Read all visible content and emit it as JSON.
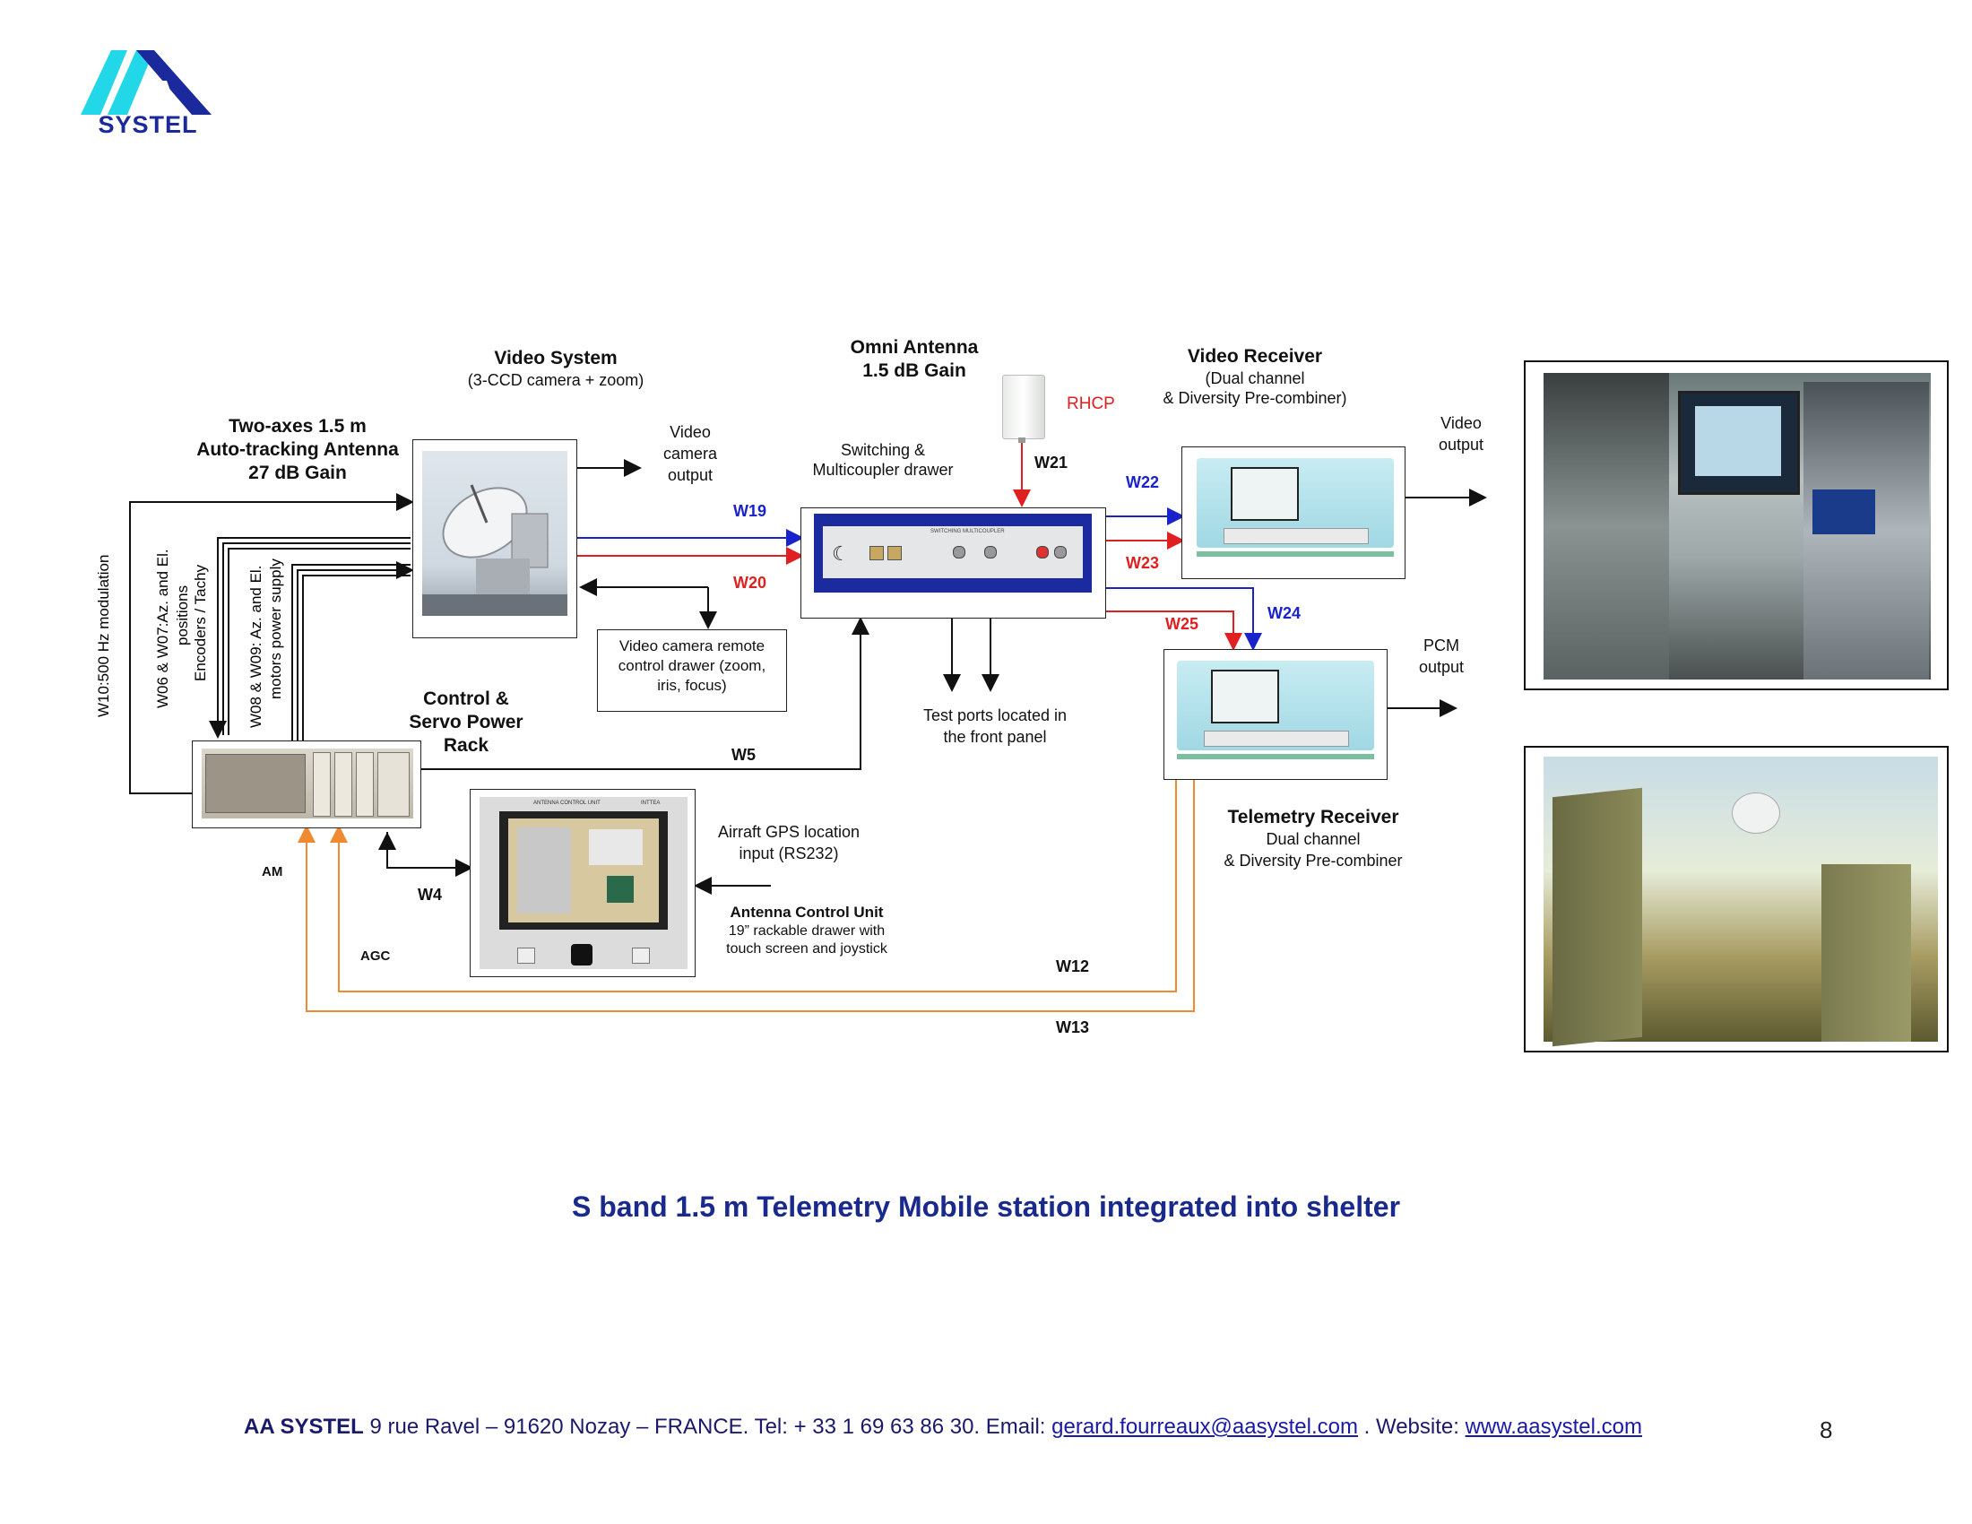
{
  "logo": {
    "text": "SYSTEL",
    "icon": "aa-systel-logo"
  },
  "labels": {
    "video_system_title": "Video System",
    "video_system_sub": "(3-CCD camera + zoom)",
    "antenna_title_1": "Two-axes 1.5 m",
    "antenna_title_2": "Auto-tracking Antenna",
    "antenna_title_3": "27 dB Gain",
    "omni_title_1": "Omni Antenna",
    "omni_title_2": "1.5 dB Gain",
    "rhcp": "RHCP",
    "video_receiver_title": "Video Receiver",
    "video_receiver_sub_1": "(Dual channel",
    "video_receiver_sub_2": "& Diversity Pre-combiner)",
    "video_output_1": "Video",
    "video_output_2": "output",
    "video_camera_output_1": "Video",
    "video_camera_output_2": "camera",
    "video_camera_output_3": "output",
    "switching_1": "Switching &",
    "switching_2": "Multicoupler drawer",
    "camera_remote_1": "Video camera remote",
    "camera_remote_2": "control drawer (zoom,",
    "camera_remote_3": "iris, focus)",
    "test_ports_1": "Test ports located in",
    "test_ports_2": "the front panel",
    "pcm_output_1": "PCM",
    "pcm_output_2": "output",
    "control_rack_1": "Control &",
    "control_rack_2": "Servo Power",
    "control_rack_3": "Rack",
    "telemetry_title": "Telemetry Receiver",
    "telemetry_sub_1": "Dual channel",
    "telemetry_sub_2": "& Diversity Pre-combiner",
    "gps_1": "Airraft GPS location",
    "gps_2": "input (RS232)",
    "acu_title": "Antenna Control Unit",
    "acu_sub_1": "19” rackable drawer with",
    "acu_sub_2": "touch screen and joystick",
    "w10": "W10:500 Hz modulation",
    "w06_1": "W06 & W07:Az. and El.",
    "w06_2": "positions",
    "w06_3": "Encoders / Tachy",
    "w08_1": "W08 & W09: Az. and El.",
    "w08_2": "motors power supply",
    "am": "AM",
    "agc": "AGC",
    "acu_screen_header_1": "ANTENNA CONTROL UNIT",
    "acu_screen_header_2": "INTTEA",
    "switch_panel_header": "SWITCHING MULTICOUPLER"
  },
  "wires": {
    "w19": "W19",
    "w20": "W20",
    "w21": "W21",
    "w22": "W22",
    "w23": "W23",
    "w24": "W24",
    "w25": "W25",
    "w5": "W5",
    "w4": "W4",
    "w12": "W12",
    "w13": "W13"
  },
  "colors": {
    "blue_wire": "#1a22cc",
    "red_wire": "#e02020",
    "orange_wire": "#f08a30",
    "black_wire": "#111111",
    "caption": "#1a2a8c",
    "logo_cyan": "#22d8e8",
    "logo_navy": "#1a2a9c"
  },
  "caption": "S band 1.5 m Telemetry Mobile station integrated into shelter",
  "footer": {
    "company": "AA SYSTEL",
    "address": " 9 rue Ravel – 91620 Nozay – FRANCE.  Tel: + 33 1 69 63 86 30. Email: ",
    "email": "gerard.fourreaux@aasystel.com",
    "website_label": " .  Website: ",
    "website": "www.aasystel.com"
  },
  "page_number": "8"
}
